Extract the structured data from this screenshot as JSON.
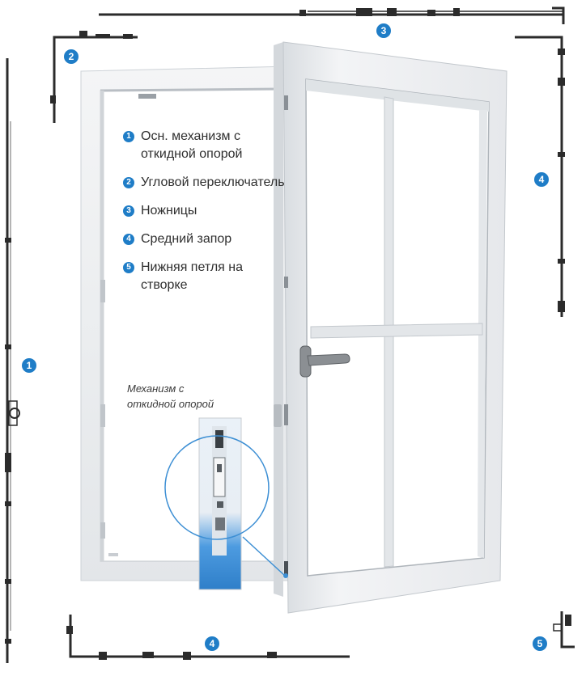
{
  "legend": {
    "items": [
      {
        "number": "1",
        "label": "Осн. механизм с откидной опорой"
      },
      {
        "number": "2",
        "label": "Угловой переключатель"
      },
      {
        "number": "3",
        "label": "Ножницы"
      },
      {
        "number": "4",
        "label": "Средний запор"
      },
      {
        "number": "5",
        "label": "Нижняя петля на створке"
      }
    ]
  },
  "callout": {
    "caption": "Механизм с откидной опорой"
  },
  "badges": {
    "b1": "1",
    "b2": "2",
    "b3": "3",
    "b4_right": "4",
    "b4_bottom": "4",
    "b5": "5"
  },
  "colors": {
    "badge": "#1f7dc7",
    "hardware": "#2b2b2b",
    "frame": "#eef0f2",
    "frame_shadow": "#c9cdd2",
    "glass": "#ffffff",
    "zoom_fill": "#3b8fd6"
  }
}
